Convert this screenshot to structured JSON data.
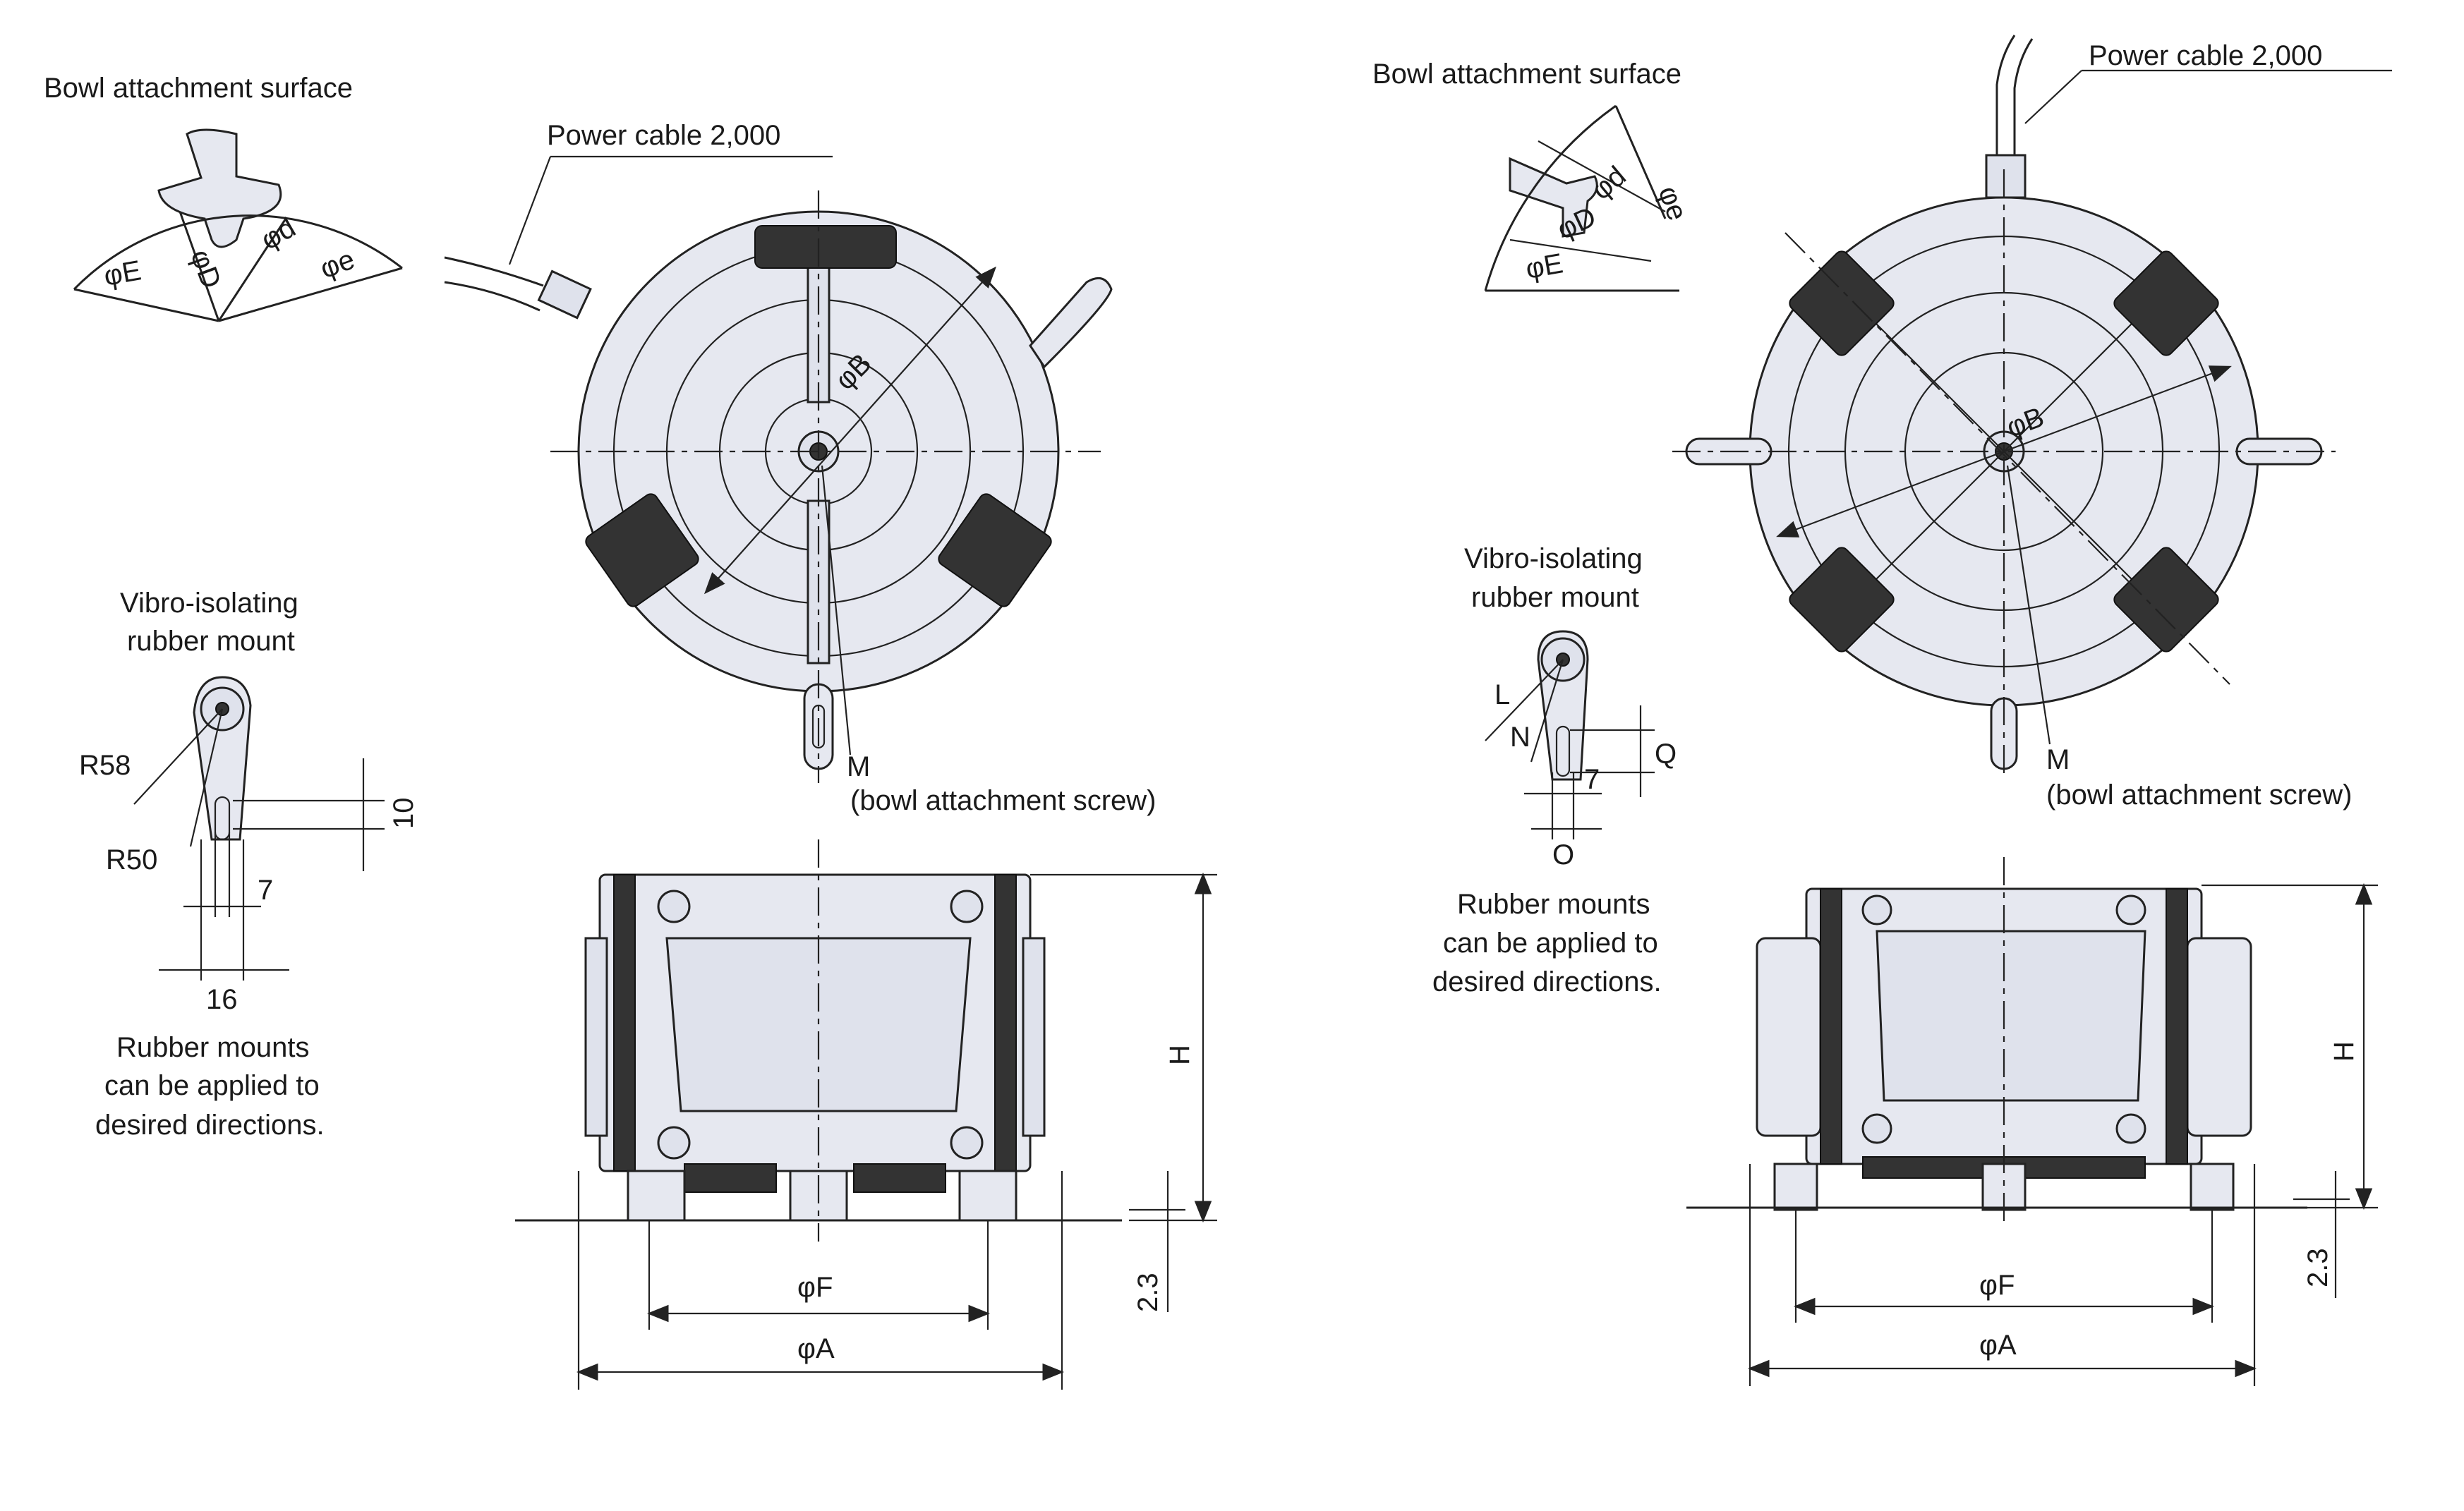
{
  "colors": {
    "part_fill": "#e6e8f0",
    "line": "#222222",
    "background": "#ffffff"
  },
  "left": {
    "bowl_surface_label": "Bowl attachment surface",
    "dim_E": "φE",
    "dim_D": "φD",
    "dim_d": "φd",
    "dim_e": "φe",
    "power_cable": "Power cable 2,000",
    "dim_B": "φB",
    "screw_M": "M",
    "screw_desc": "(bowl attachment screw)",
    "mount_label_1": "Vibro-isolating",
    "mount_label_2": "rubber mount",
    "R58": "R58",
    "R50": "R50",
    "d10": "10",
    "d7": "7",
    "d16": "16",
    "note_1": "Rubber mounts",
    "note_2": "can be applied to",
    "note_3": "desired directions.",
    "dim_H": "H",
    "dim_23": "2.3",
    "dim_F": "φF",
    "dim_A": "φA"
  },
  "right": {
    "bowl_surface_label": "Bowl attachment surface",
    "dim_e": "φe",
    "dim_d": "φd",
    "dim_D": "φD",
    "dim_E": "φE",
    "power_cable": "Power cable 2,000",
    "dim_B": "φB",
    "screw_M": "M",
    "screw_desc": "(bowl attachment screw)",
    "mount_label_1": "Vibro-isolating",
    "mount_label_2": "rubber mount",
    "L": "L",
    "N": "N",
    "Q": "Q",
    "d7": "7",
    "O": "O",
    "note_1": "Rubber mounts",
    "note_2": "can be applied to",
    "note_3": "desired directions.",
    "dim_H": "H",
    "dim_23": "2.3",
    "dim_F": "φF",
    "dim_A": "φA"
  }
}
